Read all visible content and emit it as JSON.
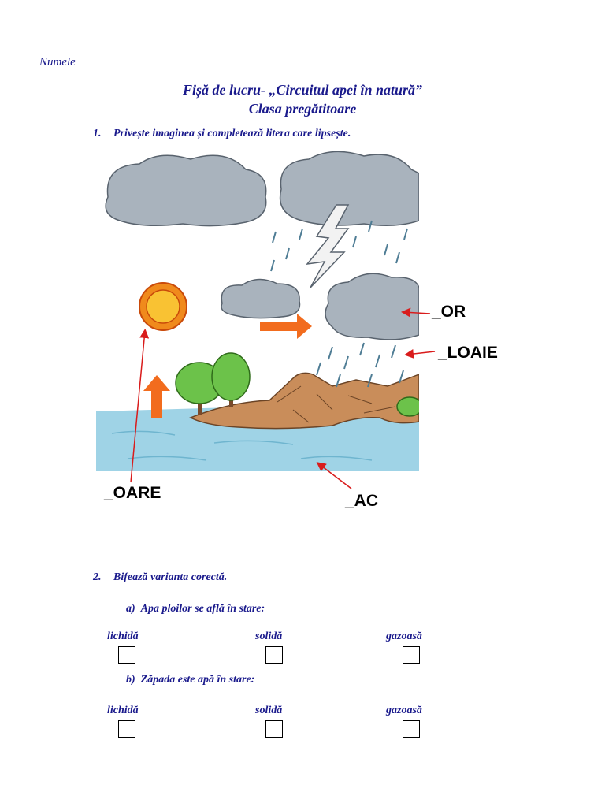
{
  "header": {
    "name_label": "Numele"
  },
  "title": {
    "line1": "Fișă de lucru- „Circuitul apei în natură”",
    "line2": "Clasa pregătitoare"
  },
  "exercise1": {
    "number": "1.",
    "instruction": "Privește imaginea și completează  litera care lipsește.",
    "labels": {
      "nor": "_OR",
      "ploaie": "_LOAIE",
      "soare": "_OARE",
      "lac": "_AC"
    }
  },
  "exercise2": {
    "number": "2.",
    "instruction": "Bifează varianta corectă.",
    "a": {
      "prefix": "a)",
      "question": "Apa ploilor se află în stare:",
      "options": [
        "lichidă",
        "solidă",
        "gazoasă"
      ]
    },
    "b": {
      "prefix": "b)",
      "question": "Zăpada este apă în stare:",
      "options": [
        "lichidă",
        "solidă",
        "gazoasă"
      ]
    }
  },
  "colors": {
    "text": "#1a1a8c",
    "cloud": "#a9b3bd",
    "water": "#9fd3e6",
    "sun": "#f08a1c",
    "arrow": "#f26c1e",
    "pointer": "#d91c1c",
    "tree": "#6cc24a",
    "hill": "#c98d5a"
  }
}
